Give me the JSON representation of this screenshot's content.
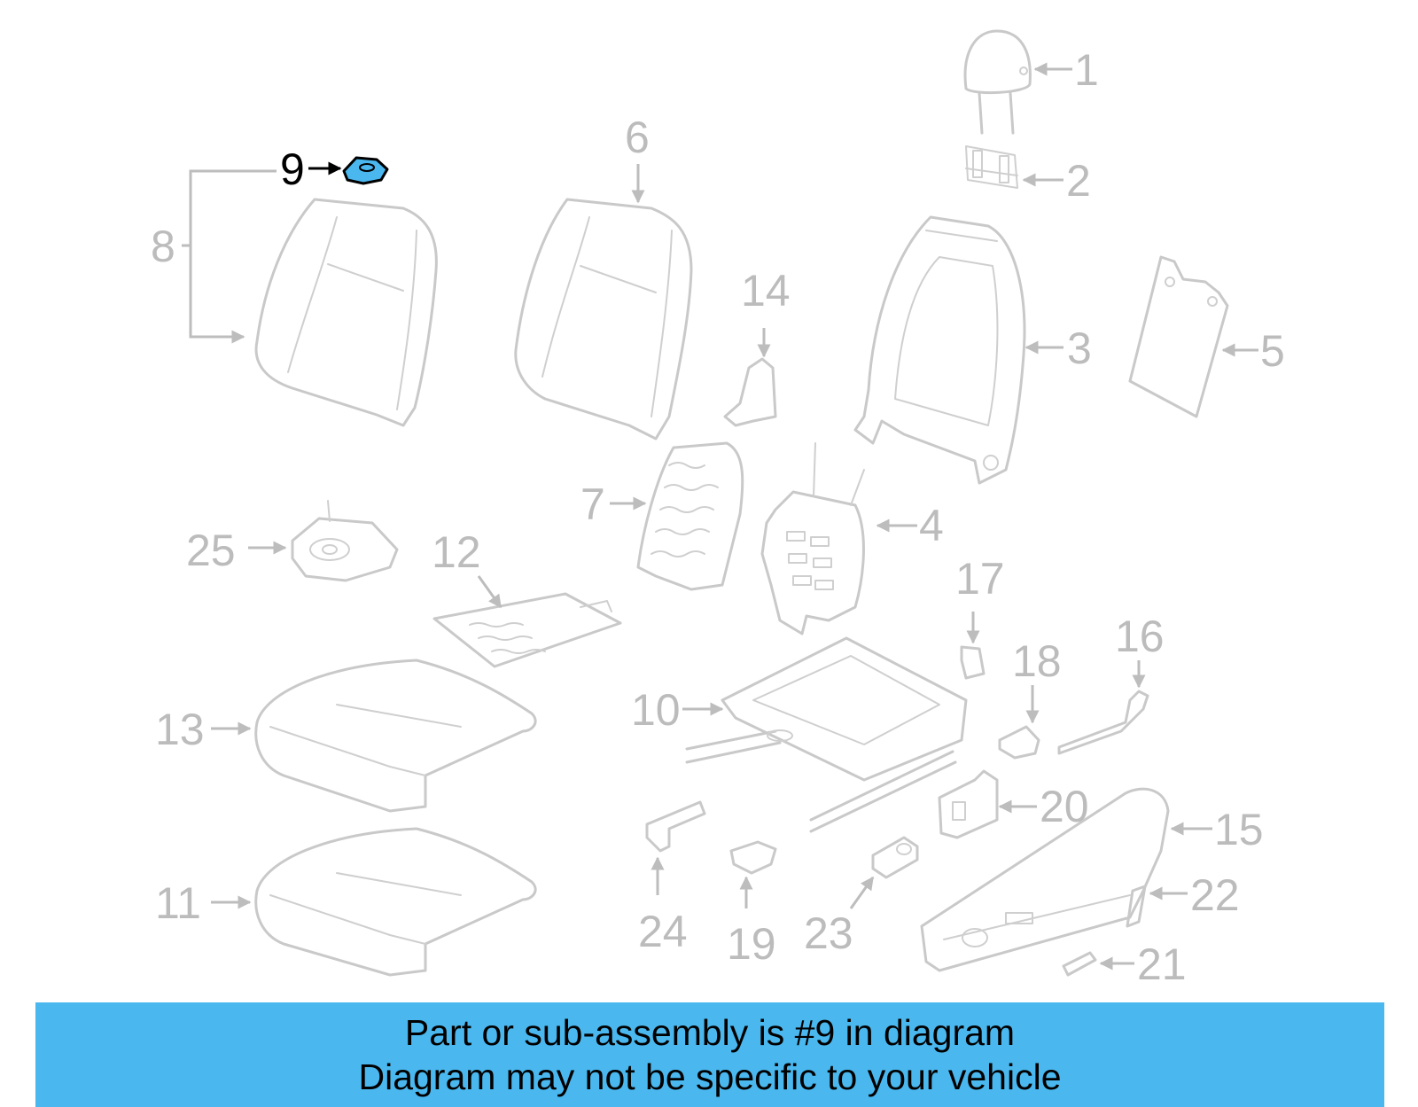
{
  "callouts": {
    "c1": "1",
    "c2": "2",
    "c3": "3",
    "c4": "4",
    "c5": "5",
    "c6": "6",
    "c7": "7",
    "c8": "8",
    "c9": "9",
    "c10": "10",
    "c11": "11",
    "c12": "12",
    "c13": "13",
    "c14": "14",
    "c15": "15",
    "c16": "16",
    "c17": "17",
    "c18": "18",
    "c19": "19",
    "c20": "20",
    "c21": "21",
    "c22": "22",
    "c23": "23",
    "c24": "24",
    "c25": "25"
  },
  "highlighted_part": "9",
  "banner": {
    "line1": "Part or sub-assembly is #9 in diagram",
    "line2": "Diagram may not be specific to your vehicle"
  },
  "colors": {
    "highlight": "#4ab8ef",
    "linework": "#c9c9c9",
    "callout_text": "#bcbcbc"
  }
}
